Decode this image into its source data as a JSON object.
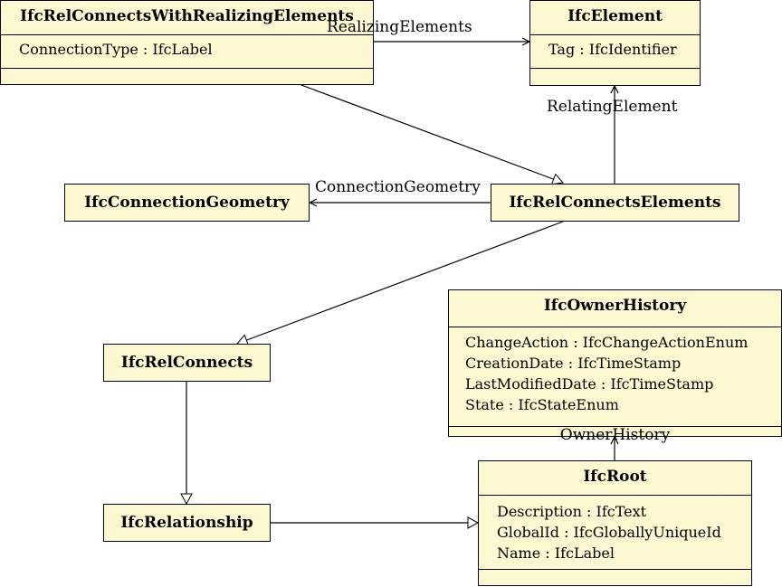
{
  "classes": {
    "realizing": {
      "name": "IfcRelConnectsWithRealizingElements",
      "attributes": [
        "ConnectionType : IfcLabel"
      ]
    },
    "element": {
      "name": "IfcElement",
      "attributes": [
        "Tag : IfcIdentifier"
      ]
    },
    "connection_geometry": {
      "name": "IfcConnectionGeometry"
    },
    "rel_connects_elements": {
      "name": "IfcRelConnectsElements"
    },
    "owner_history": {
      "name": "IfcOwnerHistory",
      "attributes": [
        "ChangeAction : IfcChangeActionEnum",
        "CreationDate : IfcTimeStamp",
        "LastModifiedDate : IfcTimeStamp",
        "State : IfcStateEnum"
      ],
      "footer": "OwnerHistory"
    },
    "rel_connects": {
      "name": "IfcRelConnects"
    },
    "relationship": {
      "name": "IfcRelationship"
    },
    "root": {
      "name": "IfcRoot",
      "attributes": [
        "Description : IfcText",
        "GlobalId : IfcGloballyUniqueId",
        "Name : IfcLabel"
      ]
    }
  },
  "labels": {
    "realizing_elements": "RealizingElements",
    "relating_element": "RelatingElement",
    "connection_geometry": "ConnectionGeometry"
  }
}
